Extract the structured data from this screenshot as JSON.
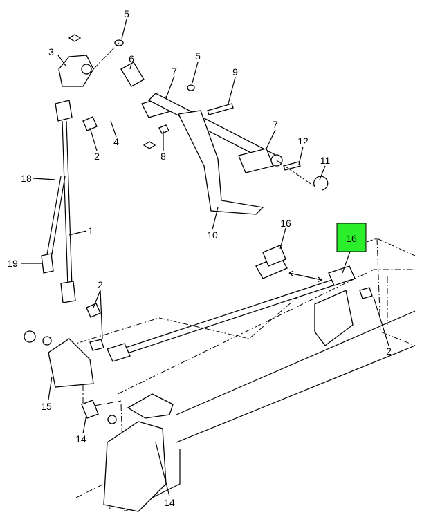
{
  "diagram": {
    "highlight_color": "#2bef2b",
    "callouts": [
      {
        "id": "c5a",
        "label": "5"
      },
      {
        "id": "c3",
        "label": "3"
      },
      {
        "id": "c6",
        "label": "6"
      },
      {
        "id": "c5b",
        "label": "5"
      },
      {
        "id": "c7a",
        "label": "7"
      },
      {
        "id": "c9",
        "label": "9"
      },
      {
        "id": "c4",
        "label": "4"
      },
      {
        "id": "c2a",
        "label": "2"
      },
      {
        "id": "c8",
        "label": "8"
      },
      {
        "id": "c7b",
        "label": "7"
      },
      {
        "id": "c12",
        "label": "12"
      },
      {
        "id": "c11",
        "label": "11"
      },
      {
        "id": "c18",
        "label": "18"
      },
      {
        "id": "c1",
        "label": "1"
      },
      {
        "id": "c10",
        "label": "10"
      },
      {
        "id": "c16a",
        "label": "16"
      },
      {
        "id": "c16b",
        "label": "16",
        "highlighted": true
      },
      {
        "id": "c19",
        "label": "19"
      },
      {
        "id": "c2b",
        "label": "2"
      },
      {
        "id": "c2c",
        "label": "2"
      },
      {
        "id": "c15",
        "label": "15"
      },
      {
        "id": "c14a",
        "label": "14"
      },
      {
        "id": "c14b",
        "label": "14"
      }
    ]
  }
}
